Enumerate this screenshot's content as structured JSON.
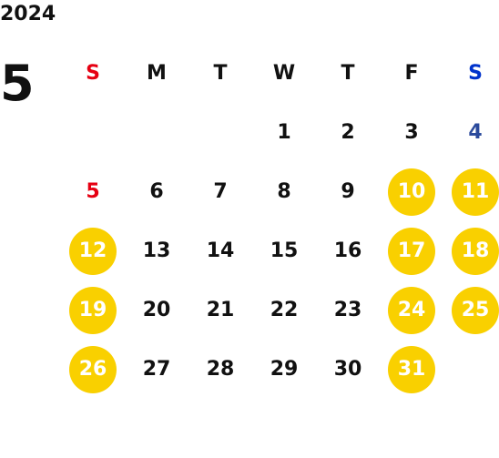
{
  "calendar": {
    "year": "2024",
    "month": "5",
    "weekdays": [
      "S",
      "M",
      "T",
      "W",
      "T",
      "F",
      "S"
    ],
    "colors": {
      "sunday": "#E60012",
      "saturday": "#0033CC",
      "saturday_date": "#2B4A9C",
      "weekday": "#111111",
      "highlight_bg": "#F9D000",
      "highlight_text": "#FFFFFF"
    },
    "weeks": [
      [
        null,
        null,
        null,
        {
          "d": "1"
        },
        {
          "d": "2"
        },
        {
          "d": "3"
        },
        {
          "d": "4",
          "c": "saturday_date"
        }
      ],
      [
        {
          "d": "5",
          "c": "sunday"
        },
        {
          "d": "6"
        },
        {
          "d": "7"
        },
        {
          "d": "8"
        },
        {
          "d": "9"
        },
        {
          "d": "10",
          "hl": true
        },
        {
          "d": "11",
          "hl": true
        }
      ],
      [
        {
          "d": "12",
          "hl": true
        },
        {
          "d": "13"
        },
        {
          "d": "14"
        },
        {
          "d": "15"
        },
        {
          "d": "16"
        },
        {
          "d": "17",
          "hl": true
        },
        {
          "d": "18",
          "hl": true
        }
      ],
      [
        {
          "d": "19",
          "hl": true
        },
        {
          "d": "20"
        },
        {
          "d": "21"
        },
        {
          "d": "22"
        },
        {
          "d": "23"
        },
        {
          "d": "24",
          "hl": true
        },
        {
          "d": "25",
          "hl": true
        }
      ],
      [
        {
          "d": "26",
          "hl": true
        },
        {
          "d": "27"
        },
        {
          "d": "28"
        },
        {
          "d": "29"
        },
        {
          "d": "30"
        },
        {
          "d": "31",
          "hl": true
        },
        null
      ]
    ]
  }
}
